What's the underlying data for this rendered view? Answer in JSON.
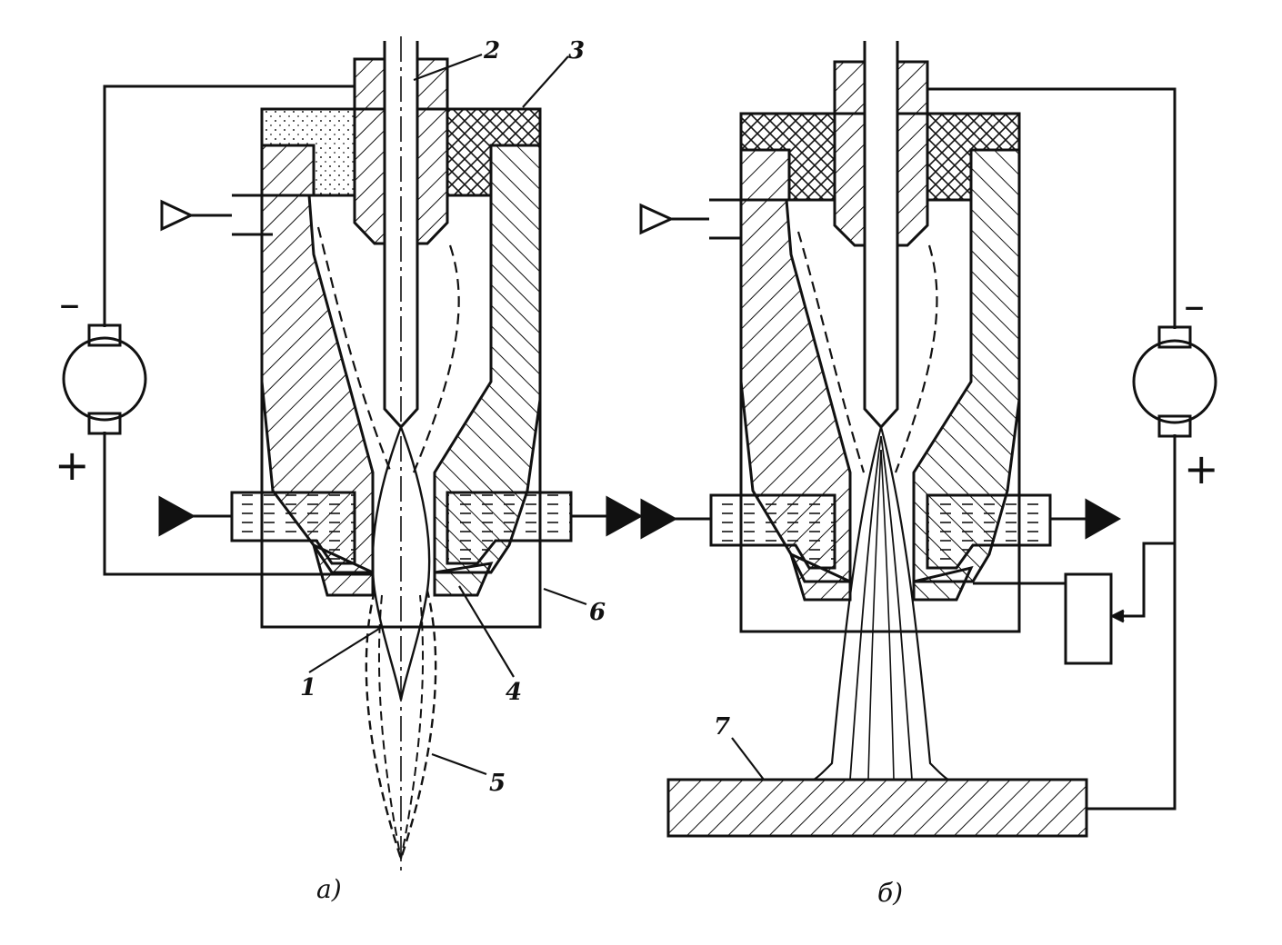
{
  "callouts": {
    "n1": "1",
    "n2": "2",
    "n3": "3",
    "n4": "4",
    "n5": "5",
    "n6": "6",
    "n7": "7"
  },
  "signs": {
    "left_minus": "–",
    "left_plus": "+",
    "right_minus": "–",
    "right_plus": "+"
  },
  "captions": {
    "a": "a)",
    "b": "б)"
  }
}
